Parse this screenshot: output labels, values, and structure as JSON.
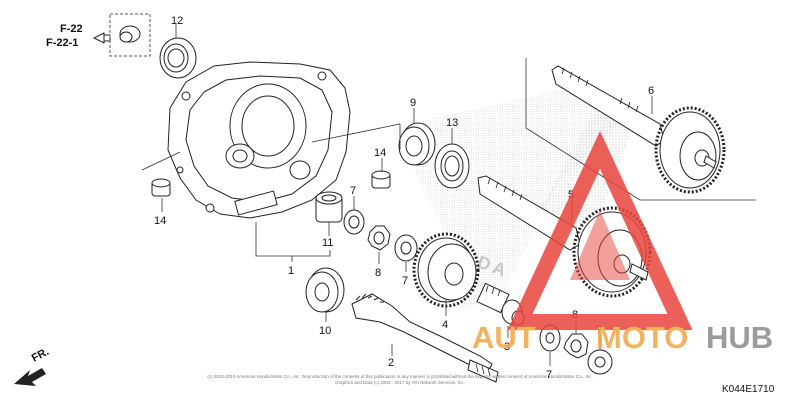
{
  "refs": {
    "line1": "F-22",
    "line2": "F-22-1"
  },
  "labels": {
    "p1": "1",
    "p2": "2",
    "p3": "3",
    "p4": "4",
    "p5": "5",
    "p6": "6",
    "p7a": "7",
    "p7b": "7",
    "p7c": "7",
    "p7d": "7",
    "p8a": "8",
    "p8b": "8",
    "p9": "9",
    "p10": "10",
    "p11": "11",
    "p12": "12",
    "p13": "13",
    "p14a": "14",
    "p14b": "14"
  },
  "front": "FR.",
  "brand": "HONDA",
  "watermark": {
    "part1": "AUT",
    "part2": "MOTO",
    "part3": "HUB"
  },
  "copyright": {
    "line1": "(c) 2003-2010 American Honda Motor Co., Inc. Reproduction of the contents of this publication in any manner is prohibited without the express written consent of American Honda Motor Co., Inc.",
    "line2": "Graphics and Data (c) 2004 - 2017 by ARI Network Services, Inc."
  },
  "diagram_code": "K044E1710",
  "colors": {
    "watermark_red": "#e8453c",
    "watermark_orange": "#f2a541",
    "watermark_gray": "#8a8a8a"
  }
}
